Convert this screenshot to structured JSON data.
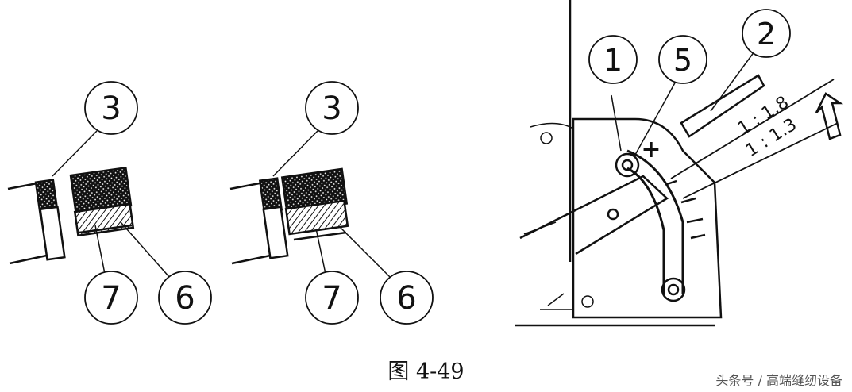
{
  "figure": {
    "caption": "图 4-49",
    "watermark": "头条号 / 高端缝纫设备"
  },
  "left_view": {
    "callouts": [
      "3",
      "7",
      "6"
    ]
  },
  "middle_view": {
    "callouts": [
      "3",
      "7",
      "6"
    ]
  },
  "right_view": {
    "callouts": [
      "1",
      "5",
      "2"
    ],
    "scale_labels": [
      "1 : 1.8",
      "1 : 1.3"
    ],
    "plus_mark": "+"
  }
}
